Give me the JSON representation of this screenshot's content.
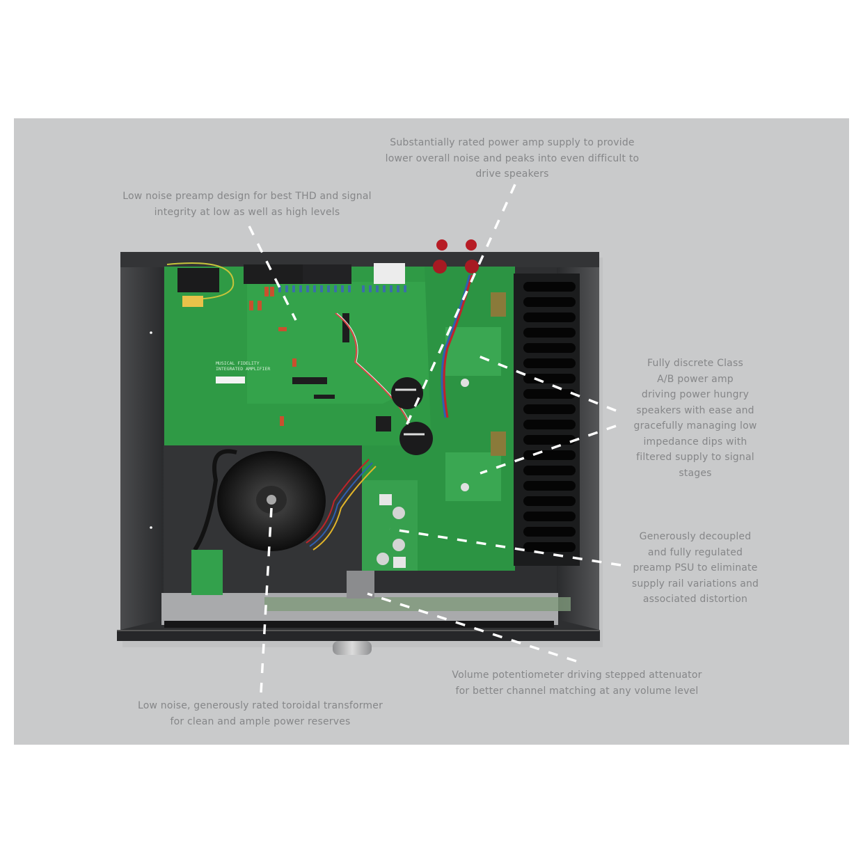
{
  "diagram": {
    "subject": "Musical Fidelity integrated amplifier internal view",
    "pcb_label": [
      "MUSICAL FIDELITY",
      "INTEGRATED AMPLIFIER"
    ],
    "colors": {
      "background": "#ffffff",
      "panel": "#c9cacb",
      "callout_text": "#858688",
      "leader_line": "#ffffff",
      "pcb_green": "#2f9a45",
      "chassis": "#2e2f31",
      "heatsink": "#1b1c1d"
    },
    "callouts": [
      {
        "id": "power-supply",
        "lines": [
          "Substantially rated power amp supply to provide",
          "lower overall noise and peaks into even difficult to",
          "drive speakers"
        ]
      },
      {
        "id": "preamp",
        "lines": [
          "Low noise preamp design for best THD and signal",
          "integrity at low as well as high levels"
        ]
      },
      {
        "id": "power-amp",
        "lines": [
          "Fully discrete Class",
          "A/B power amp",
          "driving power hungry",
          "speakers with ease and",
          "gracefully managing low",
          "impedance dips with",
          "filtered supply to signal",
          "stages"
        ]
      },
      {
        "id": "preamp-psu",
        "lines": [
          "Generously decoupled",
          "and fully regulated",
          "preamp PSU to eliminate",
          "supply rail variations and",
          "associated distortion"
        ]
      },
      {
        "id": "volume",
        "lines": [
          "Volume potentiometer driving stepped attenuator",
          "for better channel matching at any volume level"
        ]
      },
      {
        "id": "transformer",
        "lines": [
          "Low noise, generously rated toroidal transformer",
          "for clean and ample power reserves"
        ]
      }
    ]
  }
}
